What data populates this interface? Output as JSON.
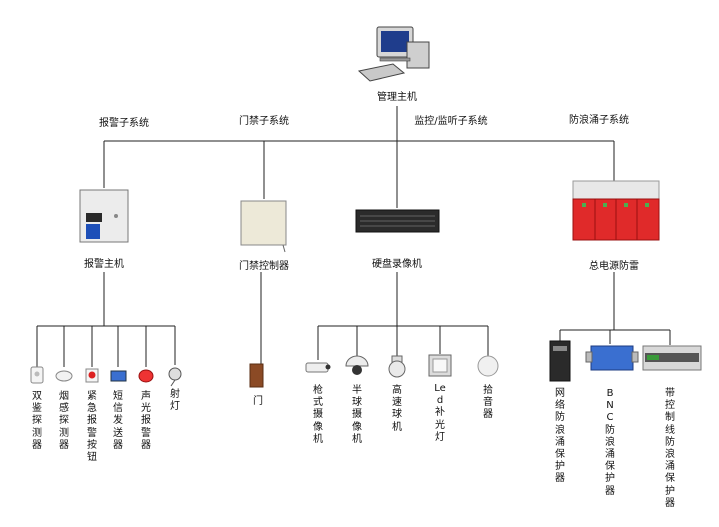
{
  "root": {
    "label": "管理主机"
  },
  "subsystems": [
    {
      "label": "报警子系统",
      "device": "报警主机",
      "children": [
        "双鉴探测器",
        "烟感探测器",
        "紧急报警按钮",
        "短信发送器",
        "声光报警器",
        "射灯"
      ]
    },
    {
      "label": "门禁子系统",
      "device": "门禁控制器",
      "children": [
        "门"
      ]
    },
    {
      "label": "监控/监听子系统",
      "device": "硬盘录像机",
      "children": [
        "枪式摄像机",
        "半球摄像机",
        "高速球机",
        "Led补光灯",
        "拾音器"
      ]
    },
    {
      "label": "防浪涌子系统",
      "device": "总电源防雷",
      "children": [
        "网络防浪涌保护器",
        "BNC防浪涌保护器",
        "带控制线防浪涌保护器"
      ]
    }
  ],
  "icons": {
    "root": "computer-icon",
    "devices": [
      "alarm-host-icon",
      "access-controller-icon",
      "dvr-icon",
      "surge-protector-icon"
    ],
    "leaves": [
      [
        "dual-detector-icon",
        "smoke-detector-icon",
        "panic-button-icon",
        "sms-sender-icon",
        "strobe-siren-icon",
        "spotlight-icon"
      ],
      [
        "door-icon"
      ],
      [
        "bullet-camera-icon",
        "dome-camera-icon",
        "speed-dome-icon",
        "led-light-icon",
        "microphone-icon"
      ],
      [
        "network-protector-icon",
        "bnc-protector-icon",
        "control-line-protector-icon"
      ]
    ]
  }
}
